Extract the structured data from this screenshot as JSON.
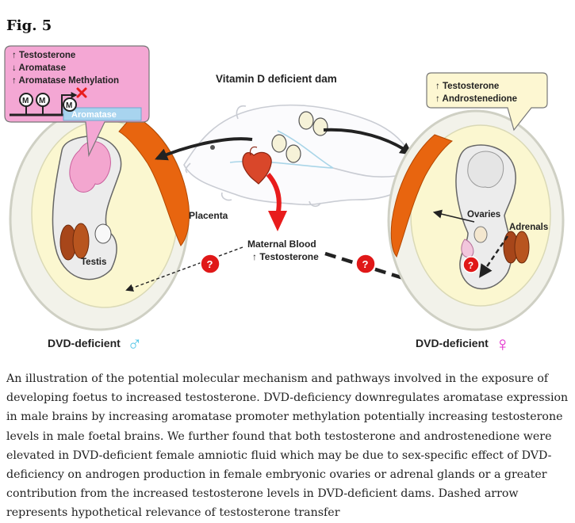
{
  "figure_label": "Fig. 5",
  "male_callout": {
    "lines": [
      "↑ Testosterone",
      "↓ Aromatase",
      "↑ Aromatase Methylation"
    ],
    "methyl_marks": [
      "M",
      "M",
      "M"
    ],
    "gene_label": "Aromatase"
  },
  "female_callout": {
    "lines": [
      "↑ Testosterone",
      "↑ Androstenedione"
    ]
  },
  "dam_title": "Vitamin D deficient dam",
  "placenta_label": "Placenta",
  "maternal_blood": {
    "line1": "Maternal Blood",
    "line2": "↑ Testosterone"
  },
  "unknown_mark": "?",
  "testis_label": "Testis",
  "ovaries_label": "Ovaries",
  "adrenals_label": "Adrenals",
  "male_label": "DVD-deficient",
  "male_symbol": "♂",
  "female_label": "DVD-deficient",
  "female_symbol": "♀",
  "caption": "An illustration of the potential molecular mechanism and pathways involved in the exposure of developing foetus to increased testosterone. DVD-deficiency downregulates aromatase expression in male brains by increasing aromatase promoter methylation potentially increasing testosterone levels in male foetal brains. We further found that both testosterone and androstenedione were elevated in DVD-deficient female amniotic fluid which may be due to sex-specific effect of DVD-deficiency on androgen production in female embryonic ovaries or adrenal glands or a greater contribution from the increased testosterone levels in DVD-deficient dams. Dashed arrow represents hypothetical relevance of testosterone transfer",
  "colors": {
    "male_callout_fill": "#f4a7d4",
    "female_callout_fill": "#fdf7d2",
    "placenta": "#e8650f",
    "amniotic": "#fbf7d0",
    "sac_outline": "#d9dad0",
    "red_arrow": "#e81c1c",
    "question_fill": "#e01818",
    "male_symbol": "#5ac8e8",
    "female_symbol": "#e020c8",
    "organ_brown": "#a7461a",
    "brain_pink": "#f3a6cf",
    "aromatase_bar": "#a8d4ef"
  }
}
